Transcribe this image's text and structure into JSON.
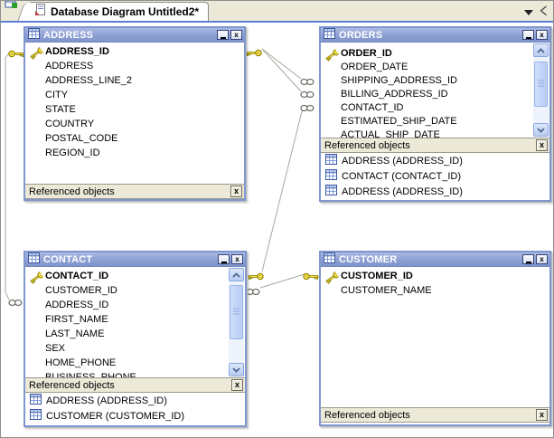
{
  "tab_bar": {
    "title": "Database Diagram Untitled2*"
  },
  "icons": {
    "close_glyph": "x",
    "panel_close_glyph": "x"
  },
  "colors": {
    "titlebar_blue": "#8da0d4",
    "window_border_blue": "#7e97cf",
    "panel_tan": "#ece9d8",
    "tab_underline_blue": "#5b7fd4",
    "relationship_line": "#a8a8a0",
    "key_gold": "#ffe83d"
  },
  "windows": [
    {
      "title": "ADDRESS",
      "fields": [
        "ADDRESS_ID",
        "ADDRESS",
        "ADDRESS_LINE_2",
        "CITY",
        "STATE",
        "COUNTRY",
        "POSTAL_CODE",
        "REGION_ID"
      ],
      "ref_label": "Referenced objects",
      "ref_items": []
    },
    {
      "title": "ORDERS",
      "fields": [
        "ORDER_ID",
        "ORDER_DATE",
        "SHIPPING_ADDRESS_ID",
        "BILLING_ADDRESS_ID",
        "CONTACT_ID",
        "ESTIMATED_SHIP_DATE",
        "ACTUAL_SHIP_DATE"
      ],
      "ref_label": "Referenced objects",
      "ref_items": [
        "ADDRESS (ADDRESS_ID)",
        "CONTACT (CONTACT_ID)",
        "ADDRESS (ADDRESS_ID)"
      ]
    },
    {
      "title": "CONTACT",
      "fields": [
        "CONTACT_ID",
        "CUSTOMER_ID",
        "ADDRESS_ID",
        "FIRST_NAME",
        "LAST_NAME",
        "SEX",
        "HOME_PHONE",
        "BUSINESS_PHONE"
      ],
      "ref_label": "Referenced objects",
      "ref_items": [
        "ADDRESS (ADDRESS_ID)",
        "CUSTOMER (CUSTOMER_ID)"
      ]
    },
    {
      "title": "CUSTOMER",
      "fields": [
        "CUSTOMER_ID",
        "CUSTOMER_NAME"
      ],
      "ref_label": "Referenced objects",
      "ref_items": []
    }
  ]
}
